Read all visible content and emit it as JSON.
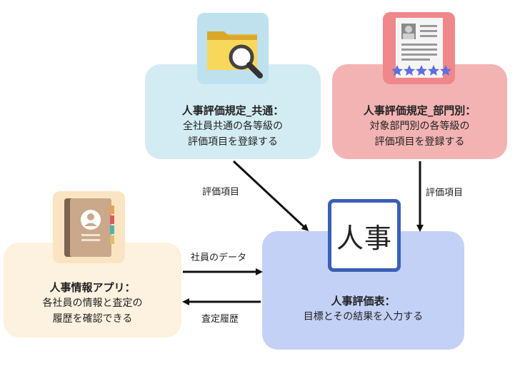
{
  "nodes": {
    "common": {
      "title": "人事評価規定_共通：",
      "lines": [
        "全社員共通の各等級の",
        "評価項目を登録する"
      ]
    },
    "dept": {
      "title": "人事評価規定_部門別：",
      "lines": [
        "対象部門別の各等級の",
        "評価項目を登録する"
      ]
    },
    "hrapp": {
      "title": "人事情報アプリ：",
      "lines": [
        "各社員の情報と査定の",
        "履歴を確認できる"
      ]
    },
    "eval": {
      "title": "人事評価表：",
      "lines": [
        "目標とその結果を入力する"
      ],
      "icon_text": "人事"
    }
  },
  "edges": [
    {
      "from": "common",
      "to": "eval",
      "label": "評価項目"
    },
    {
      "from": "dept",
      "to": "eval",
      "label": "評価項目"
    },
    {
      "from": "hrapp",
      "to": "eval",
      "label": "社員のデータ"
    },
    {
      "from": "eval",
      "to": "hrapp",
      "label": "査定履歴"
    }
  ],
  "icons": {
    "common": "folder-search-icon",
    "dept": "resume-stars-icon",
    "hrapp": "address-book-icon",
    "eval": "jinji-kanji-icon"
  },
  "colors": {
    "common_box": "#d3ecf3",
    "dept_box": "#f3b3b3",
    "hrapp_box": "#fdf1df",
    "eval_box": "#c4d1f6",
    "eval_icon_border": "#3b5fb7",
    "arrow": "#111111"
  }
}
